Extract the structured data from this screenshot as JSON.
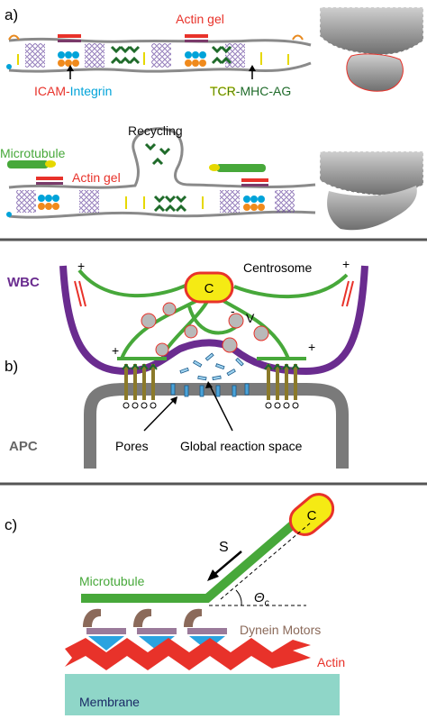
{
  "panel_a": {
    "label": "a)",
    "actin_gel_label": "Actin gel",
    "icam_label": "ICAM",
    "icam_separator": "-",
    "integrin_label": "Integrin",
    "tcr_label": "TCR",
    "tcr_separator": "-",
    "mhc_label": "MHC-AG",
    "microtubule_label": "Microtubule",
    "recycling_label": "Recycling",
    "actin_gel_label_2": "Actin gel"
  },
  "panel_b": {
    "label": "b)",
    "wbc_label": "WBC",
    "apc_label": "APC",
    "centrosome_label": "Centrosome",
    "centrosome_letter": "C",
    "vesicle_label": "V",
    "plus_sign": "+",
    "minus_sign": "-",
    "pores_label": "Pores",
    "reaction_space_label": "Global reaction space"
  },
  "panel_c": {
    "label": "c)",
    "centrosome_letter": "C",
    "s_label": "S",
    "microtubule_label": "Microtubule",
    "angle_label": "Θ",
    "angle_subscript": "c",
    "dynein_label": "Dynein Motors",
    "actin_label": "Actin",
    "membrane_label": "Membrane"
  },
  "colors": {
    "actin_red": "#e8322a",
    "integrin_cyan": "#00a3d9",
    "tcr_green": "#1f6b2a",
    "tcr_yellow": "#e6d800",
    "microtubule_green": "#47a83a",
    "wbc_purple": "#6a2c8f",
    "centrosome_yellow": "#f5ea14",
    "membrane_teal": "#8fd6c8",
    "dynein_brown": "#8b6a5a",
    "vesicle_gray": "#b9b9b9",
    "divider_gray": "#555555"
  }
}
